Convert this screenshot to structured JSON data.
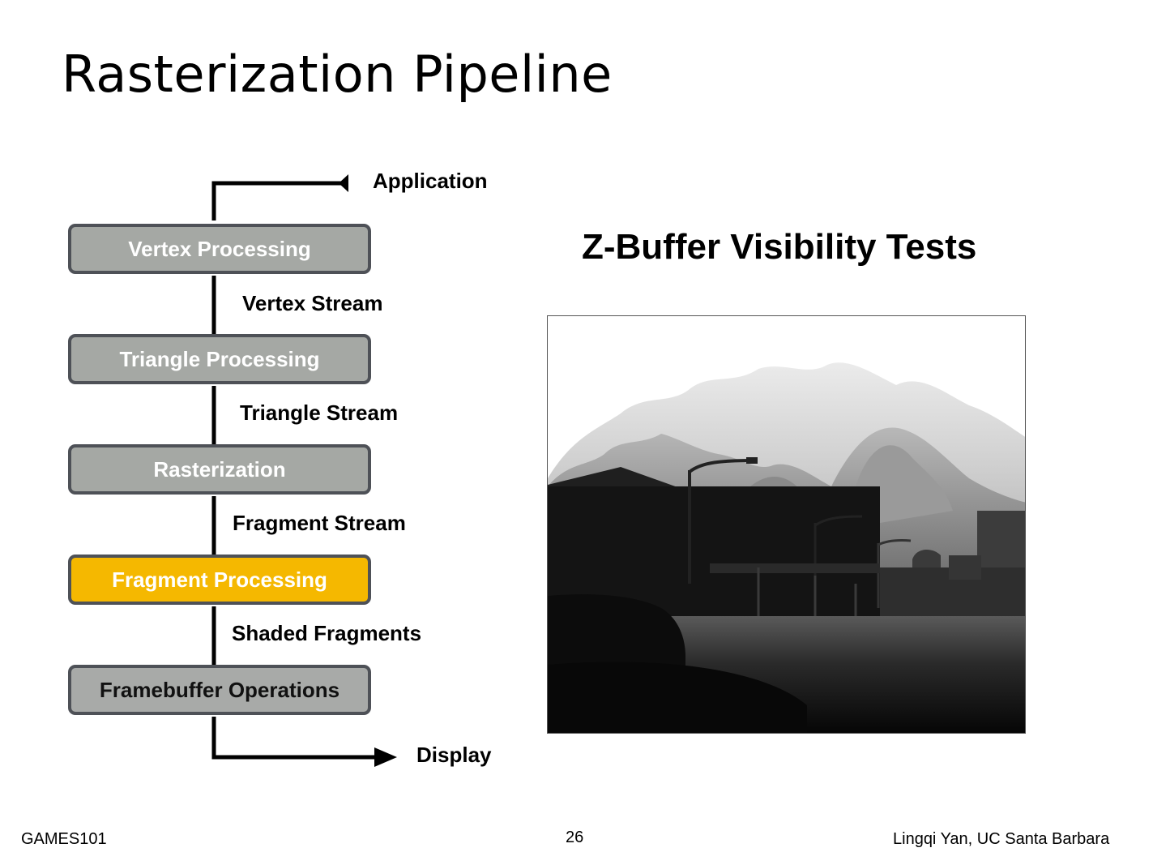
{
  "slide": {
    "title": "Rasterization Pipeline"
  },
  "pipeline": {
    "input_label": "Application",
    "output_label": "Display",
    "stages": [
      {
        "label": "Vertex Processing"
      },
      {
        "label": "Triangle Processing"
      },
      {
        "label": "Rasterization"
      },
      {
        "label": "Fragment Processing"
      },
      {
        "label": "Framebuffer Operations"
      }
    ],
    "streams": [
      {
        "label": "Vertex Stream"
      },
      {
        "label": "Triangle Stream"
      },
      {
        "label": "Fragment Stream"
      },
      {
        "label": "Shaded Fragments"
      }
    ],
    "highlight_color": "#f5b800",
    "stage_color": "#a5a8a4",
    "border_color": "#4e5157"
  },
  "section": {
    "title": "Z-Buffer Visibility Tests"
  },
  "footer": {
    "left": "GAMES101",
    "center": "26",
    "right": "Lingqi Yan, UC Santa Barbara"
  }
}
